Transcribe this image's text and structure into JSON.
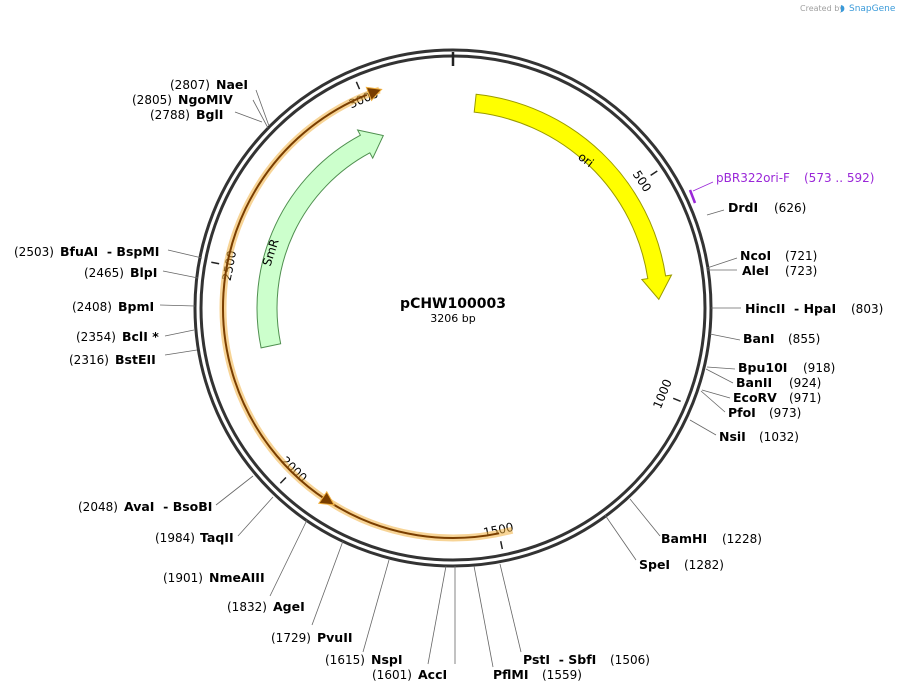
{
  "credit": {
    "created_by": "Created by",
    "brand": "SnapGene"
  },
  "plasmid": {
    "name": "pCHW100003",
    "length_label": "3206 bp",
    "length": 3206
  },
  "scale_ticks": [
    {
      "pos": 500,
      "label": "500"
    },
    {
      "pos": 1000,
      "label": "1000"
    },
    {
      "pos": 1500,
      "label": "1500"
    },
    {
      "pos": 2000,
      "label": "2000"
    },
    {
      "pos": 2500,
      "label": "2500"
    },
    {
      "pos": 3000,
      "label": "3000"
    }
  ],
  "features": [
    {
      "name": "ori",
      "color": "#ffff00",
      "stroke": "#9a9a00"
    },
    {
      "name": "SmR",
      "color": "#ccffcc",
      "stroke": "#4f8f4f"
    },
    {
      "name": "",
      "color": "#7a3e00",
      "stroke": "#f0b040"
    }
  ],
  "primer": {
    "name": "pBR322ori-F",
    "range": "(573 .. 592)",
    "color": "#9a27d8"
  },
  "sites": [
    {
      "name": "DrdI",
      "pos": "(626)"
    },
    {
      "name": "NcoI",
      "pos": "(721)"
    },
    {
      "name": "AleI",
      "pos": "(723)"
    },
    {
      "name": "HincII  - HpaI",
      "pos": "(803)"
    },
    {
      "name": "BanI",
      "pos": "(855)"
    },
    {
      "name": "Bpu10I",
      "pos": "(918)"
    },
    {
      "name": "BanII",
      "pos": "(924)"
    },
    {
      "name": "EcoRV",
      "pos": "(971)"
    },
    {
      "name": "PfoI",
      "pos": "(973)"
    },
    {
      "name": "NsiI",
      "pos": "(1032)"
    },
    {
      "name": "BamHI",
      "pos": "(1228)"
    },
    {
      "name": "SpeI",
      "pos": "(1282)"
    },
    {
      "name": "PstI  - SbfI",
      "pos": "(1506)"
    },
    {
      "name": "PflMI",
      "pos": "(1559)"
    },
    {
      "name": "AccI",
      "pos": "(1601)"
    },
    {
      "name": "NspI",
      "pos": "(1615)"
    },
    {
      "name": "PvuII",
      "pos": "(1729)"
    },
    {
      "name": "AgeI",
      "pos": "(1832)"
    },
    {
      "name": "NmeAIII",
      "pos": "(1901)"
    },
    {
      "name": "TaqII",
      "pos": "(1984)"
    },
    {
      "name": "AvaI  - BsoBI",
      "pos": "(2048)"
    },
    {
      "name": "BstEII",
      "pos": "(2316)"
    },
    {
      "name": "BclI *",
      "pos": "(2354)"
    },
    {
      "name": "BpmI",
      "pos": "(2408)"
    },
    {
      "name": "BlpI",
      "pos": "(2465)"
    },
    {
      "name": "BfuAI  - BspMI",
      "pos": "(2503)"
    },
    {
      "name": "BglI",
      "pos": "(2788)"
    },
    {
      "name": "NgoMIV",
      "pos": "(2805)"
    },
    {
      "name": "NaeI",
      "pos": "(2807)"
    }
  ]
}
